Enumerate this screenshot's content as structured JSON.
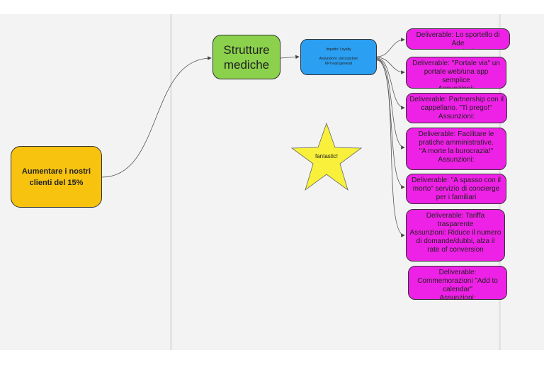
{
  "diagram": {
    "goal": {
      "label": "Aumentare i nostri clienti del 15%"
    },
    "structure": {
      "label": "Strutture mediche"
    },
    "impact": {
      "line1": "Impatto: Loyalty",
      "line2": "Assunzioni: unici partner",
      "line3": "KPI lead generati"
    },
    "star": {
      "label": "fantastic!"
    },
    "deliverables": [
      "Deliverable: Lo sportello di Ade\nAssunzioni:",
      "Deliverable: \"Portale via\" un portale web/una app semplice\nAssunzioni:",
      "Deliverable: Partnership con il cappellano. \"Ti prego!\"\nAssunzioni:",
      "Deliverable: Facilitare le pratiche amministrative.\n\"A morte la burocrazia!\"\nAssunzioni:",
      "Deliverable: \"A spasso con il morto\" servizio di concierge per i familiari",
      "Deliverable: Tariffa trasparente\nAssunzioni: Riduce il numero di domande/dubbi, alza il rate of conversion",
      "Deliverable: Commemorazioni \"Add to calendar\"\nAssunzioni:"
    ],
    "colors": {
      "goal": "#f7c30f",
      "structure": "#8bd14c",
      "impact": "#2b9ff2",
      "deliverable": "#ee21e6",
      "star": "#f8f03a"
    }
  }
}
